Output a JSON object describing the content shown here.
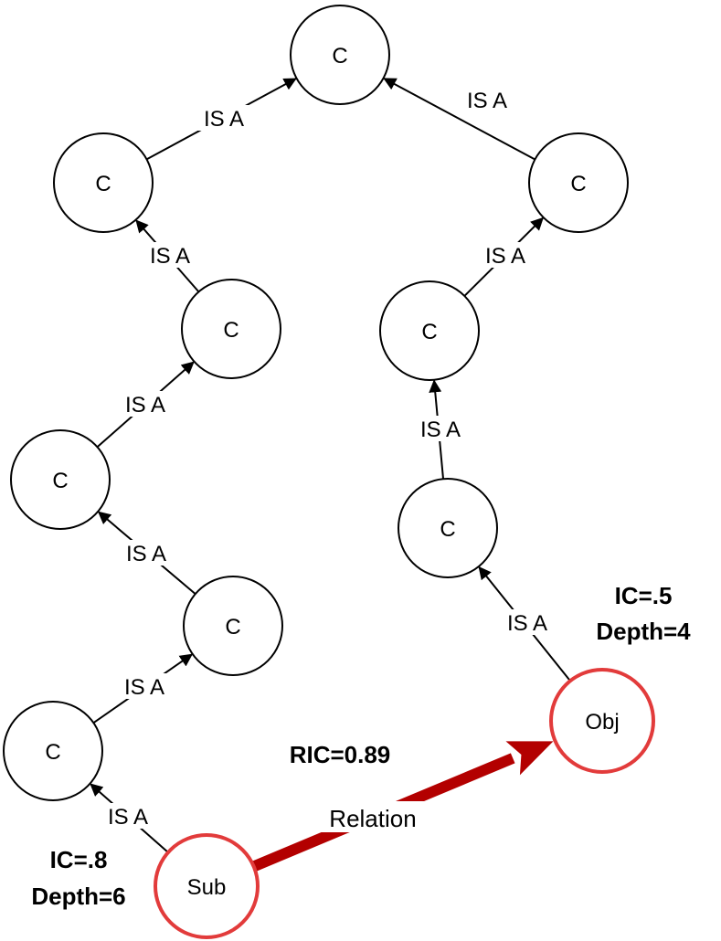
{
  "nodes": {
    "n_top": "C",
    "n_l1": "C",
    "n_r1": "C",
    "n_l2": "C",
    "n_r2": "C",
    "n_l3": "C",
    "n_r3": "C",
    "n_l4": "C",
    "n_l5": "C",
    "n_sub": "Sub",
    "n_obj": "Obj"
  },
  "edge_label": "IS A",
  "relation": {
    "label": "Relation",
    "score": "RIC=0.89",
    "color": "#b30000"
  },
  "subject": {
    "ic": "IC=.8",
    "depth": "Depth=6"
  },
  "object": {
    "ic": "IC=.5",
    "depth": "Depth=4"
  },
  "colors": {
    "highlight": "#e23b3b",
    "stroke": "#000000"
  }
}
